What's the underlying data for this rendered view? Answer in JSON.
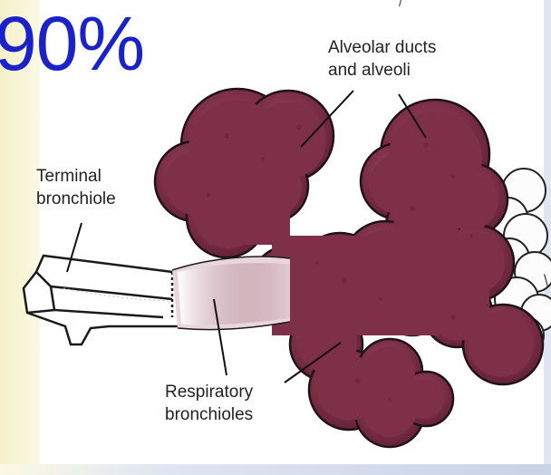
{
  "slide": {
    "big_percent": "90%",
    "top_fragment": "/",
    "edge_fragment": "\\"
  },
  "diagram": {
    "labels": {
      "terminal_line1": "Terminal",
      "terminal_line2": "bronchiole",
      "alveolar_line1": "Alveolar ducts",
      "alveolar_line2": "and alveoli",
      "respiratory_line1": "Respiratory",
      "respiratory_line2": "bronchioles"
    },
    "colors": {
      "tissue": "#7e3048",
      "tissue_light": "#a25a70",
      "big_text": "#1a22c8",
      "panel": "#fbf9e4"
    }
  }
}
